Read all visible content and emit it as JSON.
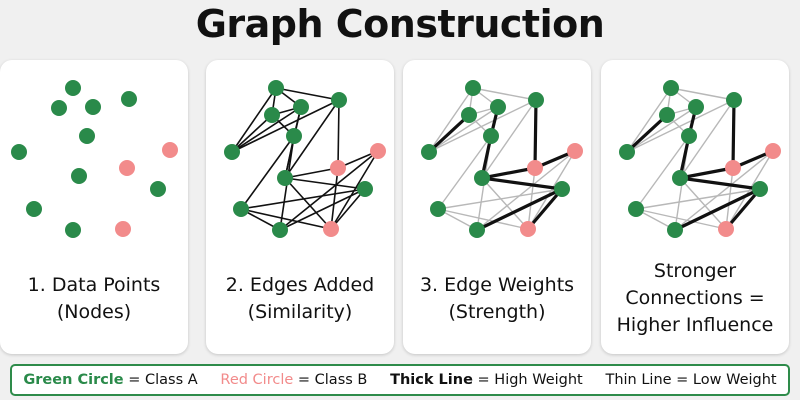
{
  "title": "Graph Construction",
  "colors": {
    "class_a": "#2a8a4a",
    "class_b": "#f28b8b",
    "thin_edge": "#b8b8b8",
    "edge": "#111111"
  },
  "panels": [
    {
      "caption": [
        "1. Data Points",
        "(Nodes)"
      ]
    },
    {
      "caption": [
        "2. Edges Added",
        "(Similarity)"
      ]
    },
    {
      "caption": [
        "3. Edge Weights",
        "(Strength)"
      ]
    },
    {
      "caption": [
        "Stronger",
        "Connections =",
        "Higher Influence"
      ]
    }
  ],
  "graph": {
    "nodes": [
      {
        "id": "n0",
        "class": "A"
      },
      {
        "id": "n1",
        "class": "A"
      },
      {
        "id": "n2",
        "class": "A"
      },
      {
        "id": "n3",
        "class": "A"
      },
      {
        "id": "n4",
        "class": "A"
      },
      {
        "id": "n5",
        "class": "A"
      },
      {
        "id": "n6",
        "class": "A"
      },
      {
        "id": "n7",
        "class": "A"
      },
      {
        "id": "n8",
        "class": "A"
      },
      {
        "id": "n9",
        "class": "A"
      },
      {
        "id": "n10",
        "class": "B"
      },
      {
        "id": "n11",
        "class": "B"
      },
      {
        "id": "n12",
        "class": "B"
      }
    ],
    "edges": [
      {
        "s": "n0",
        "t": "n1",
        "w": "high"
      },
      {
        "s": "n0",
        "t": "n2",
        "w": "low"
      },
      {
        "s": "n0",
        "t": "n3",
        "w": "low"
      },
      {
        "s": "n0",
        "t": "n4",
        "w": "low"
      },
      {
        "s": "n1",
        "t": "n2",
        "w": "low"
      },
      {
        "s": "n1",
        "t": "n4",
        "w": "low"
      },
      {
        "s": "n1",
        "t": "n5",
        "w": "low"
      },
      {
        "s": "n2",
        "t": "n4",
        "w": "low"
      },
      {
        "s": "n2",
        "t": "n3",
        "w": "low"
      },
      {
        "s": "n3",
        "t": "n10",
        "w": "high"
      },
      {
        "s": "n3",
        "t": "n6",
        "w": "low"
      },
      {
        "s": "n4",
        "t": "n5",
        "w": "high"
      },
      {
        "s": "n4",
        "t": "n6",
        "w": "low"
      },
      {
        "s": "n5",
        "t": "n6",
        "w": "high"
      },
      {
        "s": "n5",
        "t": "n7",
        "w": "low"
      },
      {
        "s": "n5",
        "t": "n8",
        "w": "low"
      },
      {
        "s": "n6",
        "t": "n10",
        "w": "high"
      },
      {
        "s": "n6",
        "t": "n9",
        "w": "high"
      },
      {
        "s": "n6",
        "t": "n12",
        "w": "low"
      },
      {
        "s": "n7",
        "t": "n8",
        "w": "low"
      },
      {
        "s": "n7",
        "t": "n9",
        "w": "low"
      },
      {
        "s": "n7",
        "t": "n12",
        "w": "low"
      },
      {
        "s": "n8",
        "t": "n9",
        "w": "high"
      },
      {
        "s": "n9",
        "t": "n12",
        "w": "high"
      },
      {
        "s": "n10",
        "t": "n11",
        "w": "high"
      },
      {
        "s": "n11",
        "t": "n8",
        "w": "low"
      },
      {
        "s": "n11",
        "t": "n12",
        "w": "low"
      },
      {
        "s": "n10",
        "t": "n12",
        "w": "low"
      }
    ]
  },
  "legend": [
    {
      "label": "Green Circle",
      "eq": " = Class A",
      "color": "#2a8a4a",
      "bold": true
    },
    {
      "label": "Red Circle",
      "eq": " = Class B",
      "color": "#f28b8b",
      "bold": false
    },
    {
      "label": "Thick Line",
      "eq": " = High Weight",
      "color": "#111111",
      "bold": true
    },
    {
      "label": "Thin Line",
      "eq": " = Low Weight",
      "color": "#111111",
      "bold": false
    }
  ]
}
